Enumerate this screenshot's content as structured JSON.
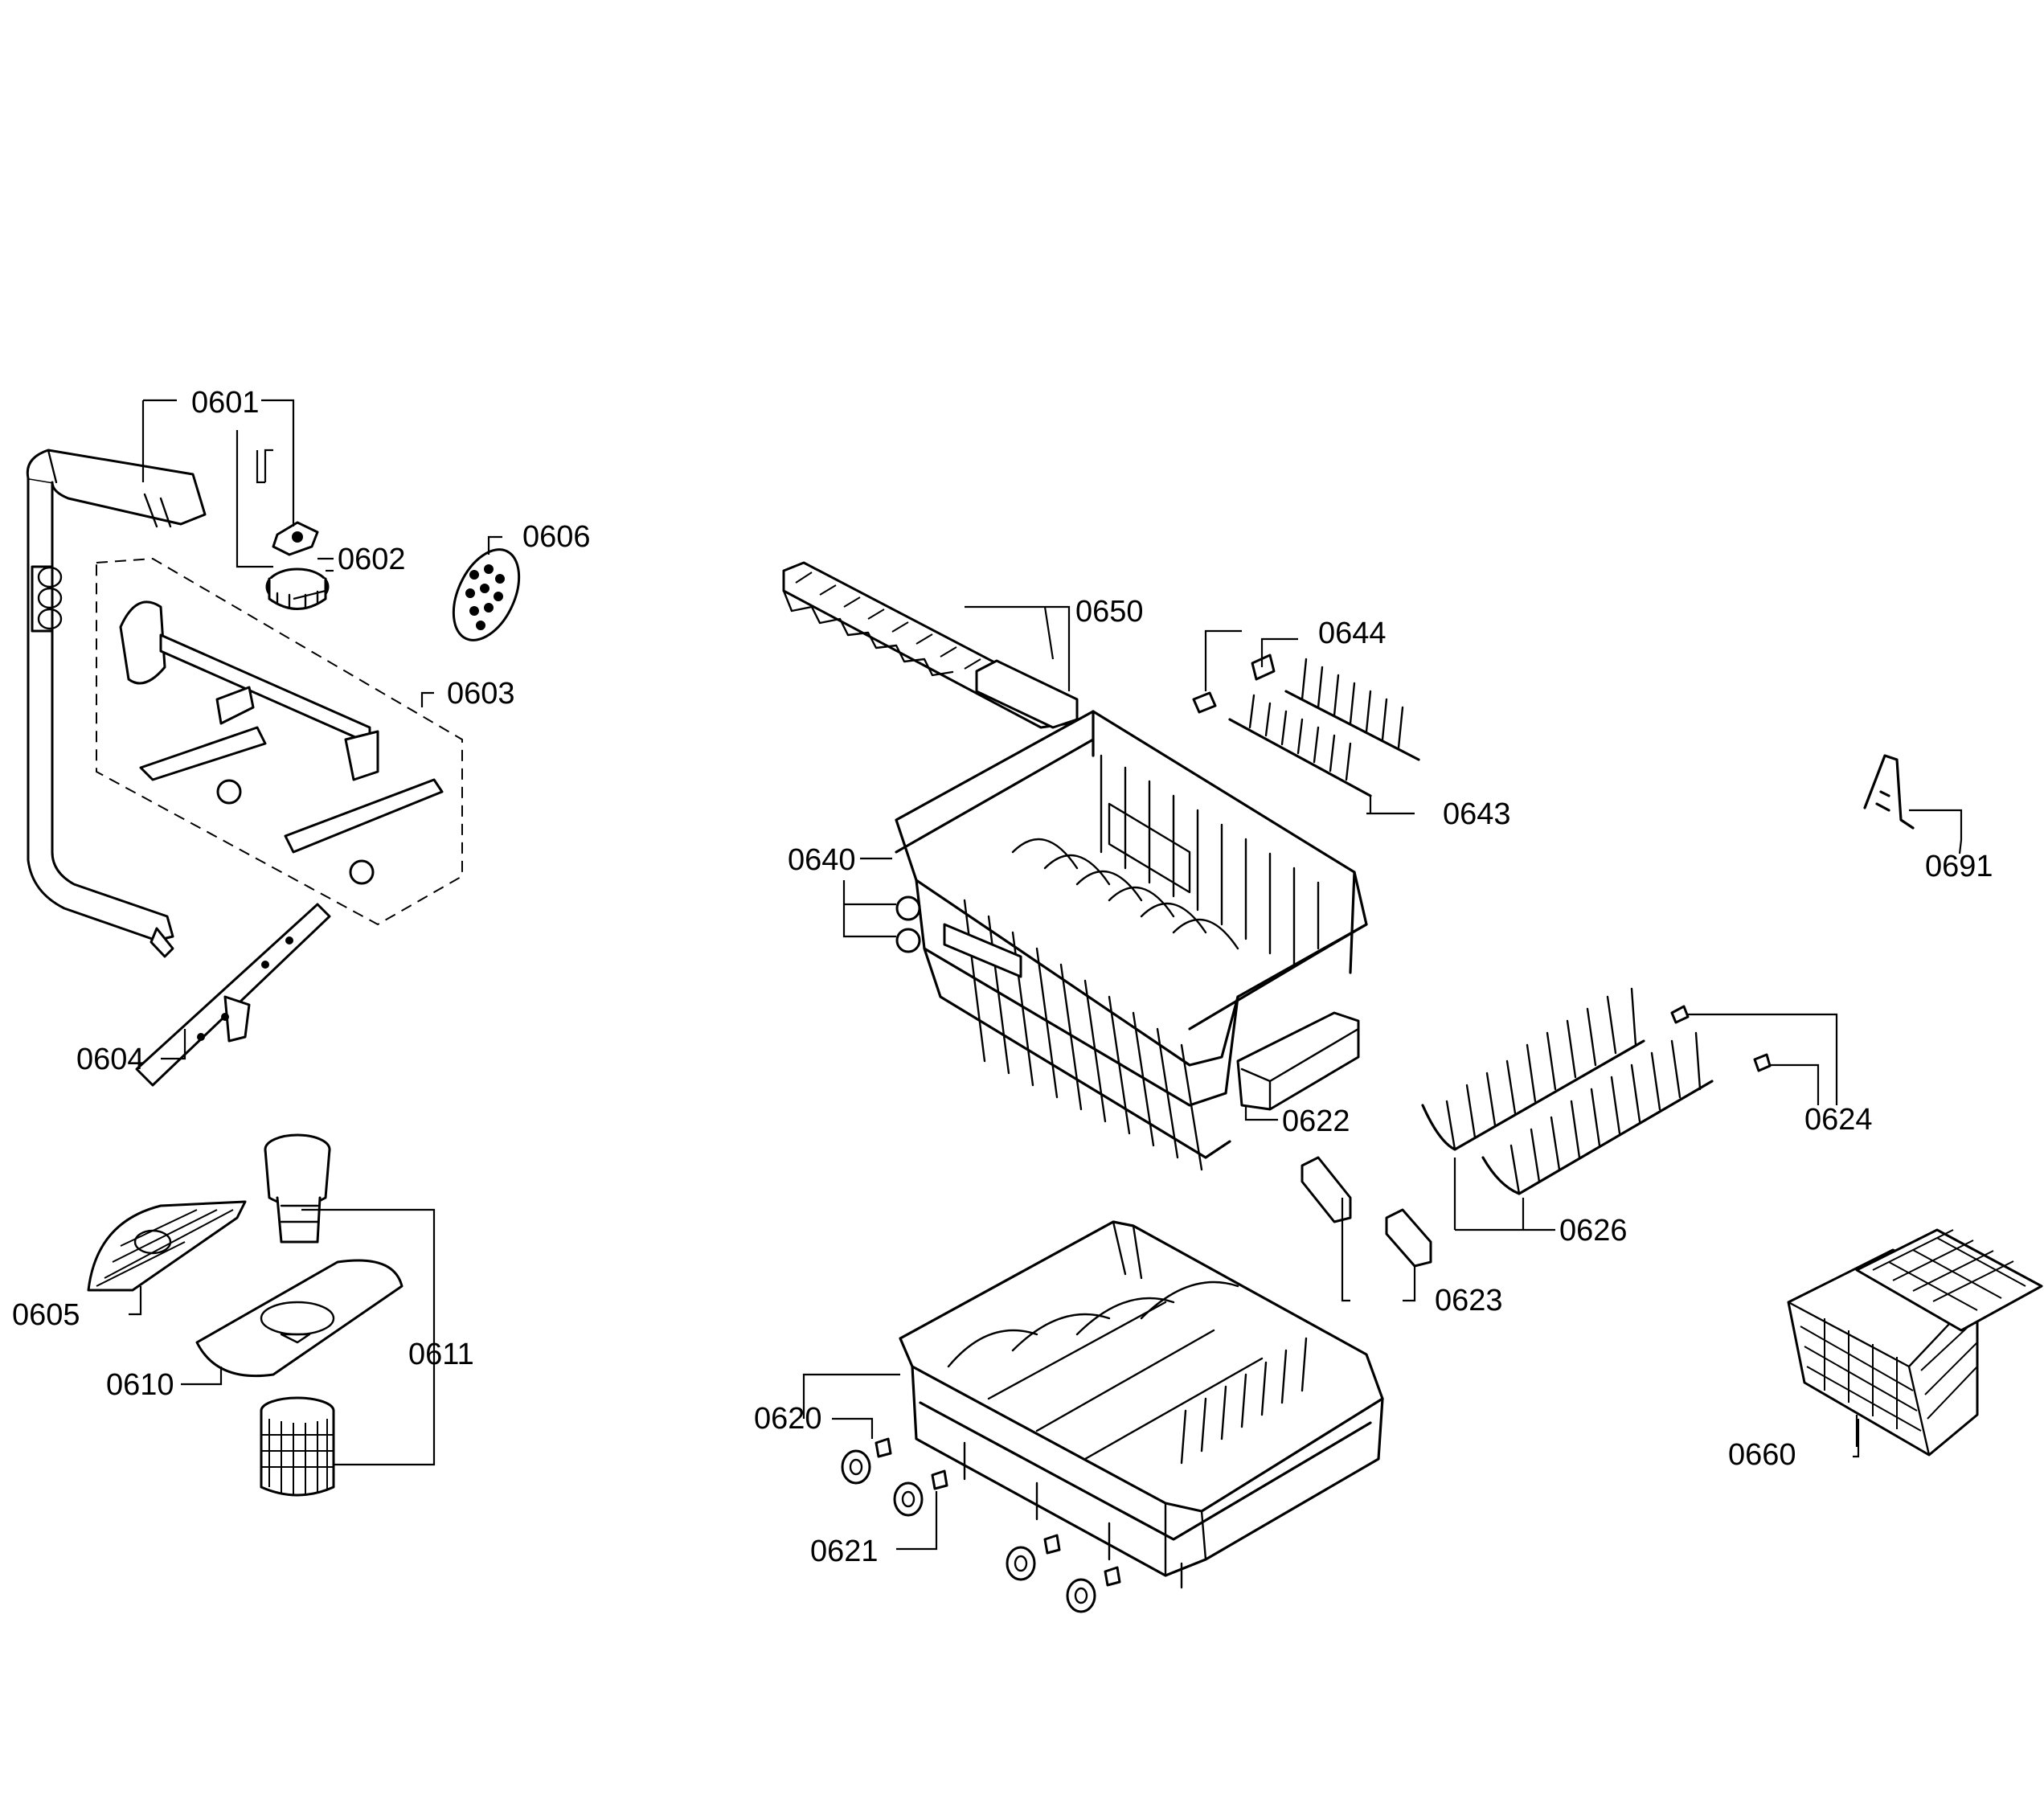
{
  "callouts": [
    {
      "id": "0601",
      "label": "0601"
    },
    {
      "id": "0602",
      "label": "0602"
    },
    {
      "id": "0603",
      "label": "0603"
    },
    {
      "id": "0604",
      "label": "0604"
    },
    {
      "id": "0605",
      "label": "0605"
    },
    {
      "id": "0606",
      "label": "0606"
    },
    {
      "id": "0610",
      "label": "0610"
    },
    {
      "id": "0611",
      "label": "0611"
    },
    {
      "id": "0620",
      "label": "0620"
    },
    {
      "id": "0621",
      "label": "0621"
    },
    {
      "id": "0622",
      "label": "0622"
    },
    {
      "id": "0623",
      "label": "0623"
    },
    {
      "id": "0624",
      "label": "0624"
    },
    {
      "id": "0626",
      "label": "0626"
    },
    {
      "id": "0640",
      "label": "0640"
    },
    {
      "id": "0643",
      "label": "0643"
    },
    {
      "id": "0644",
      "label": "0644"
    },
    {
      "id": "0650",
      "label": "0650"
    },
    {
      "id": "0660",
      "label": "0660"
    },
    {
      "id": "0691",
      "label": "0691"
    }
  ],
  "icons": {
    "spray_arm": "spray-arm-icon",
    "rack": "dish-rack-icon",
    "basket": "cutlery-basket-icon",
    "filter": "filter-icon",
    "wheel": "wheel-icon"
  }
}
